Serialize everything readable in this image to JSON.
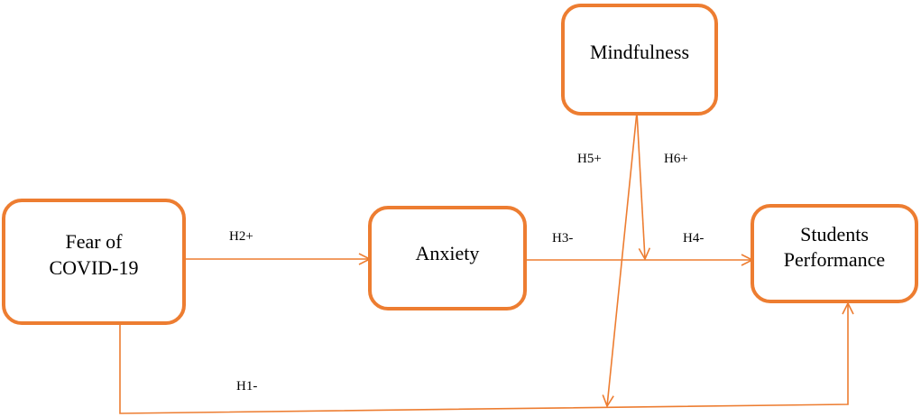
{
  "nodes": {
    "fear": {
      "line1": "Fear of",
      "line2": "COVID-19"
    },
    "anxiety": {
      "label": "Anxiety"
    },
    "mindfulness": {
      "label": "Mindfulness"
    },
    "performance": {
      "line1": "Students",
      "line2": "Performance"
    }
  },
  "hypotheses": {
    "h1": "H1-",
    "h2": "H2+",
    "h3": "H3-",
    "h4": "H4-",
    "h5": "H5+",
    "h6": "H6+"
  },
  "colors": {
    "accent": "#ED7D31",
    "text": "#000000",
    "background": "#FFFFFF"
  }
}
